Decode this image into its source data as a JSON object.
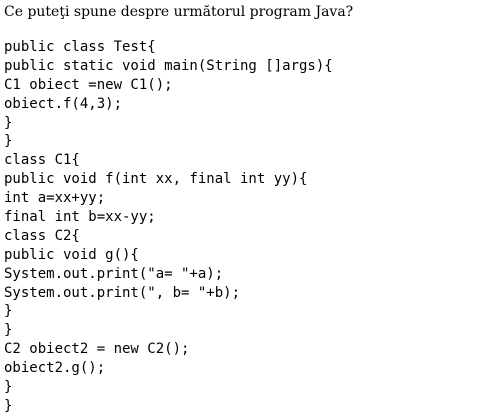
{
  "question": "Ce puteţi spune despre următorul program Java?",
  "code_lines": [
    "public class Test{",
    "public static void main(String []args){",
    "C1 obiect =new C1();",
    "obiect.f(4,3);",
    "}",
    "}",
    "class C1{",
    "public void f(int xx, final int yy){",
    "int a=xx+yy;",
    "final int b=xx-yy;",
    "class C2{",
    "public void g(){",
    "System.out.print(\"a= \"+a);",
    "System.out.print(\", b= \"+b);",
    "}",
    "}",
    "C2 obiect2 = new C2();",
    "obiect2.g();",
    "}",
    "}"
  ]
}
